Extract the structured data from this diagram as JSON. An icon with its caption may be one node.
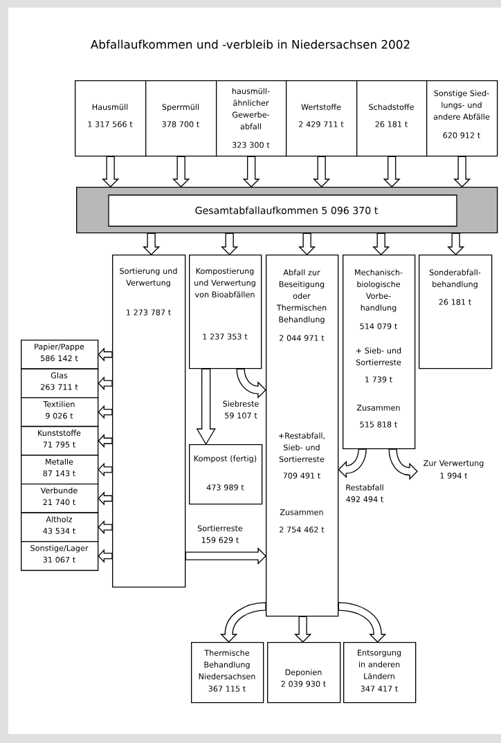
{
  "diagram": {
    "title": "Abfallaufkommen und -verbleib in Niedersachsen 2002",
    "nodes": [
      {
        "text": [
          "Hausmüll",
          "1 317 566 t"
        ]
      },
      {
        "text": [
          "Sperrmüll",
          "378 700 t"
        ]
      },
      {
        "text": [
          "hausmüll-ähnlicher Gewerbe-abfall",
          "323 300 t"
        ]
      },
      {
        "text": [
          "Wertstoffe",
          "2 429 711 t"
        ]
      },
      {
        "text": [
          "Schadstoffe",
          "26 181 t"
        ]
      },
      {
        "text": [
          "Sonstige Sied-lungs- und andere Abfälle",
          "620 912 t"
        ]
      },
      {
        "text": [
          "Gesamtabfallaufkommen 5 096 370 t"
        ]
      },
      {
        "text": [
          "Sortierung und Verwertung",
          "1 273 787 t"
        ]
      },
      {
        "text": [
          "Kompostierung und Verwertung von Bioabfällen",
          "1 237 353 t"
        ]
      },
      {
        "text": [
          "Abfall zur Beseitigung oder Thermischen Behandlung",
          "2 044 971 t",
          "+Restabfall, Sieb- und Sortierreste",
          "709 491 t",
          "Zusammen",
          "2 754 462 t"
        ]
      },
      {
        "text": [
          "Mechanisch-biologische Vorbe-handlung",
          "514 079 t",
          "+ Sieb- und Sortierreste",
          "1 739 t",
          "Zusammen",
          "515 818 t"
        ]
      },
      {
        "text": [
          "Sonderabfall-behandlung",
          "26 181 t"
        ]
      },
      {
        "text": [
          "Papier/Pappe",
          "586 142 t"
        ]
      },
      {
        "text": [
          "Glas",
          "263 711 t"
        ]
      },
      {
        "text": [
          "Textilien",
          "9 026 t"
        ]
      },
      {
        "text": [
          "Kunststoffe",
          "71 795 t"
        ]
      },
      {
        "text": [
          "Metalle",
          "87 143 t"
        ]
      },
      {
        "text": [
          "Verbunde",
          "21 740 t"
        ]
      },
      {
        "text": [
          "Altholz",
          "43 534 t"
        ]
      },
      {
        "text": [
          "Sonstige/Lager",
          "31 067 t"
        ]
      },
      {
        "text": [
          "Kompost (fertig)",
          "473 989 t"
        ]
      },
      {
        "text": [
          "Zur Verwertung",
          "1 994 t"
        ]
      },
      {
        "text": [
          "Thermische Behandlung Niedersachsen",
          "367 115 t"
        ]
      },
      {
        "text": [
          "Deponien",
          "2 039 930 t"
        ]
      },
      {
        "text": [
          "Entsorgung in anderen Ländern",
          "347 417 t"
        ]
      }
    ],
    "edges": [
      {
        "from": 0,
        "to": 6,
        "arrow": "to"
      },
      {
        "from": 1,
        "to": 6,
        "arrow": "to"
      },
      {
        "from": 2,
        "to": 6,
        "arrow": "to"
      },
      {
        "from": 3,
        "to": 6,
        "arrow": "to"
      },
      {
        "from": 4,
        "to": 6,
        "arrow": "to"
      },
      {
        "from": 5,
        "to": 6,
        "arrow": "to"
      },
      {
        "from": 6,
        "to": 7,
        "arrow": "to"
      },
      {
        "from": 6,
        "to": 8,
        "arrow": "to"
      },
      {
        "from": 6,
        "to": 9,
        "arrow": "to"
      },
      {
        "from": 6,
        "to": 10,
        "arrow": "to"
      },
      {
        "from": 6,
        "to": 11,
        "arrow": "to"
      },
      {
        "from": 7,
        "to": 12,
        "arrow": "to"
      },
      {
        "from": 7,
        "to": 13,
        "arrow": "to"
      },
      {
        "from": 7,
        "to": 14,
        "arrow": "to"
      },
      {
        "from": 7,
        "to": 15,
        "arrow": "to"
      },
      {
        "from": 7,
        "to": 16,
        "arrow": "to"
      },
      {
        "from": 7,
        "to": 17,
        "arrow": "to"
      },
      {
        "from": 7,
        "to": 18,
        "arrow": "to"
      },
      {
        "from": 7,
        "to": 19,
        "arrow": "to"
      },
      {
        "from": 8,
        "to": 20,
        "arrow": "to"
      },
      {
        "from": 8,
        "to": 9,
        "arrow": "to",
        "label": "Siebreste 59 107 t"
      },
      {
        "from": 7,
        "to": 9,
        "arrow": "to",
        "label": "Sortierreste 159 629 t"
      },
      {
        "from": 10,
        "to": 9,
        "arrow": "to",
        "label": "Restabfall 492 494 t"
      },
      {
        "from": 10,
        "to": 21,
        "arrow": "to"
      },
      {
        "from": 9,
        "to": 22,
        "arrow": "to"
      },
      {
        "from": 9,
        "to": 23,
        "arrow": "to"
      },
      {
        "from": 9,
        "to": 24,
        "arrow": "to"
      }
    ]
  }
}
